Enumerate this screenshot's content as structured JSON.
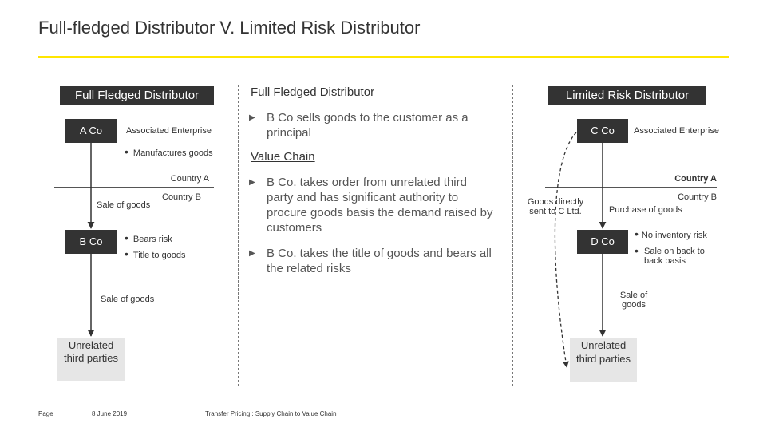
{
  "title": "Full-fledged Distributor V. Limited Risk Distributor",
  "left": {
    "header": "Full Fledged Distributor",
    "a_co": "A Co",
    "associated": "Associated Enterprise",
    "manufactures": "Manufactures goods",
    "country_a": "Country A",
    "country_b": "Country B",
    "sale1": "Sale of goods",
    "b_co": "B Co",
    "bears_risk": "Bears risk",
    "title_to_goods": "Title to goods",
    "sale2": "Sale of goods",
    "unrelated": "Unrelated third parties"
  },
  "middle": {
    "heading1": "Full Fledged Distributor",
    "bullet1": "B Co sells goods to the customer as a principal",
    "heading2": "Value Chain",
    "bullet2": "B Co. takes order from unrelated third party and has significant authority to procure goods basis the demand raised by customers",
    "bullet3": "B Co. takes the title of goods and bears all the related risks"
  },
  "right": {
    "header": "Limited Risk Distributor",
    "c_co": "C Co",
    "associated": "Associated Enterprise",
    "country_a": "Country A",
    "country_b": "Country B",
    "goods_direct": "Goods directly sent to C Ltd.",
    "purchase": "Purchase of goods",
    "d_co": "D Co",
    "no_inventory": "No inventory risk",
    "sale_back": "Sale on back to back basis",
    "sale_goods": "Sale of goods",
    "unrelated": "Unrelated third parties"
  },
  "footer": {
    "page": "Page",
    "date": "8 June 2019",
    "doc": "Transfer Pricing : Supply Chain to Value Chain"
  }
}
